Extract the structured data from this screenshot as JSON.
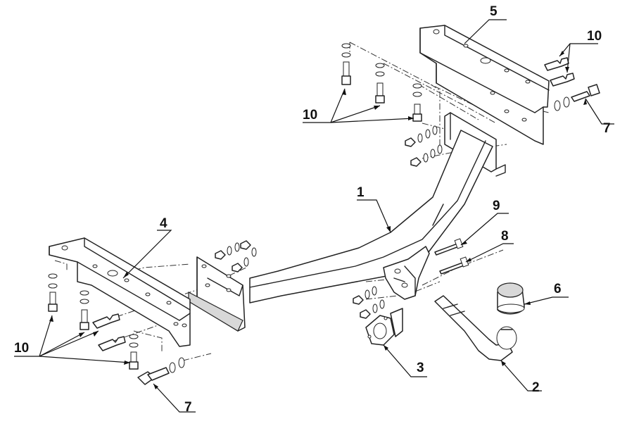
{
  "callouts": {
    "tow_bar": "1",
    "ball_neck": "2",
    "socket_plate": "3",
    "left_bracket": "4",
    "right_bracket": "5",
    "ball_cap": "6",
    "bolt_right": "7",
    "bolt_left": "7",
    "fastener_set_right_top": "10",
    "fastener_set_center": "10",
    "fastener_set_left": "10",
    "pin_8": "8",
    "pin_9": "9"
  }
}
